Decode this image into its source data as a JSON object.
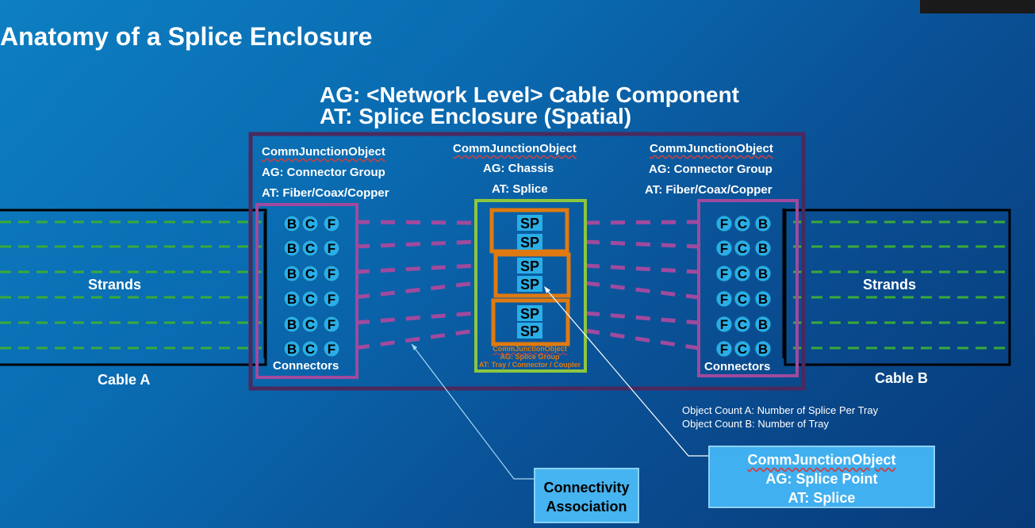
{
  "title": "Anatomy of a Splice Enclosure",
  "header": {
    "ag": "AG: <Network Level> Cable Component",
    "at": "AT:  Splice Enclosure (Spatial)"
  },
  "left_group": {
    "object": "CommJunctionObject",
    "ag": "AG: Connector Group",
    "at": "AT: Fiber/Coax/Copper",
    "label": "Connectors",
    "letters": [
      "B",
      "C",
      "F"
    ]
  },
  "center_group": {
    "object": "CommJunctionObject",
    "ag": "AG: Chassis",
    "at": "AT: Splice",
    "splices": [
      "SP",
      "SP",
      "SP",
      "SP",
      "SP",
      "SP"
    ],
    "tray_object": "CommJunctionObject",
    "tray_ag": "AG: Splice Group",
    "tray_at": "AT: Tray / Connector / Coupler"
  },
  "right_group": {
    "object": "CommJunctionObject",
    "ag": "AG: Connector Group",
    "at": "AT: Fiber/Coax/Copper",
    "label": "Connectors",
    "letters": [
      "F",
      "C",
      "B"
    ]
  },
  "cable_a": {
    "label": "Cable A",
    "strands": "Strands"
  },
  "cable_b": {
    "label": "Cable B",
    "strands": "Strands"
  },
  "notes": {
    "count_a": "Object Count A: Number of Splice Per Tray",
    "count_b": "Object Count B: Number of Tray"
  },
  "connectivity": {
    "line1": "Connectivity",
    "line2": "Association"
  },
  "splice_point": {
    "object": "CommJunctionObject",
    "ag": "AG: Splice Point",
    "at": "AT: Splice"
  },
  "colors": {
    "enclosure": "#4a2a5e",
    "connector_group": "#a04a9e",
    "chassis": "#8cc63f",
    "tray": "#e07a10",
    "strand": "#3aaa3a",
    "bubble": "#29aee8"
  }
}
